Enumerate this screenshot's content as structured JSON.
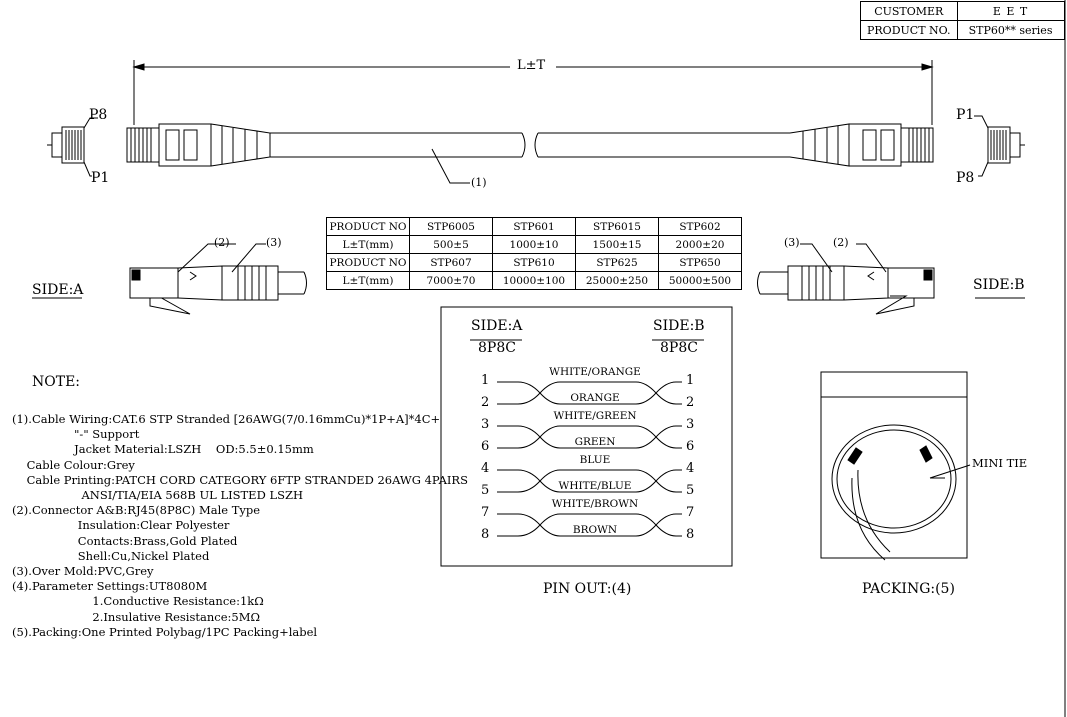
{
  "title_block": {
    "customer_label": "CUSTOMER",
    "customer_value": "E E T",
    "product_label": "PRODUCT NO.",
    "product_value": "STP60** series"
  },
  "drawing": {
    "length_label": "L±T",
    "p8_top_left": "P8",
    "p1_bottom_left": "P1",
    "p1_top_right": "P1",
    "p8_bottom_right": "P8",
    "callout_cable": "(1)",
    "callout_connector_a": "(2)",
    "callout_overmold_a": "(3)",
    "callout_overmold_b": "(3)",
    "callout_connector_b": "(2)",
    "side_a_label": "SIDE:A",
    "side_b_label": "SIDE:B"
  },
  "length_table": {
    "rows": [
      [
        "PRODUCT NO",
        "STP6005",
        "STP601",
        "STP6015",
        "STP602"
      ],
      [
        "L±T(mm)",
        "500±5",
        "1000±10",
        "1500±15",
        "2000±20"
      ],
      [
        "PRODUCT NO",
        "STP607",
        "STP610",
        "STP625",
        "STP650"
      ],
      [
        "L±T(mm)",
        "7000±70",
        "10000±100",
        "25000±250",
        "50000±500"
      ]
    ]
  },
  "pinout": {
    "side_a": "SIDE:A",
    "side_b": "SIDE:B",
    "type_a": "8P8C",
    "type_b": "8P8C",
    "left_pins": [
      "1",
      "2",
      "3",
      "6",
      "4",
      "5",
      "7",
      "8"
    ],
    "right_pins": [
      "1",
      "2",
      "3",
      "6",
      "4",
      "5",
      "7",
      "8"
    ],
    "wire_labels": [
      "WHITE/ORANGE",
      "ORANGE",
      "WHITE/GREEN",
      "GREEN",
      "BLUE",
      "WHITE/BLUE",
      "WHITE/BROWN",
      "BROWN"
    ],
    "caption": "PIN OUT:(4)"
  },
  "packing": {
    "tie_label": "MINI TIE",
    "caption": "PACKING:(5)"
  },
  "notes": {
    "heading": "NOTE:",
    "lines": [
      "(1).Cable Wiring:CAT.6 STP Stranded [26AWG(7/0.16mmCu)*1P+A]*4C+",
      "                 \"-\" Support",
      "                 Jacket Material:LSZH    OD:5.5±0.15mm",
      "    Cable Colour:Grey",
      "    Cable Printing:PATCH CORD CATEGORY 6FTP STRANDED 26AWG 4PAIRS",
      "                   ANSI/TIA/EIA 568B UL LISTED LSZH",
      "(2).Connector A&B:RJ45(8P8C) Male Type",
      "                  Insulation:Clear Polyester",
      "                  Contacts:Brass,Gold Plated",
      "                  Shell:Cu,Nickel Plated",
      "(3).Over Mold:PVC,Grey",
      "(4).Parameter Settings:UT8080M",
      "                      1.Conductive Resistance:1kΩ",
      "                      2.Insulative Resistance:5MΩ",
      "(5).Packing:One Printed Polybag/1PC Packing+label"
    ]
  }
}
